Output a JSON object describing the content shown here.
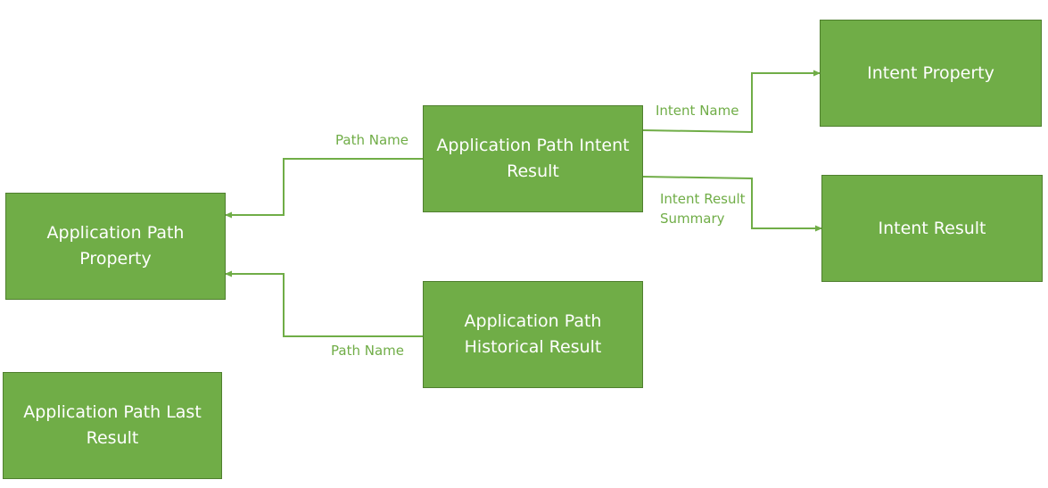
{
  "colors": {
    "box_fill": "#70ad47",
    "box_border": "#4f7f2e",
    "connector": "#70ad47",
    "label_text": "#70ad47",
    "box_text": "#ffffff"
  },
  "nodes": {
    "app_path_intent_result": "Application Path Intent Result",
    "intent_property": "Intent Property",
    "intent_result": "Intent Result",
    "app_path_property": "Application Path Property",
    "app_path_historical_result": "Application Path Historical Result",
    "app_path_last_result": "Application Path Last Result"
  },
  "edges": {
    "path_name_top": "Path Name",
    "path_name_bottom": "Path Name",
    "intent_name": "Intent Name",
    "intent_result_summary": "Intent Result Summary"
  }
}
